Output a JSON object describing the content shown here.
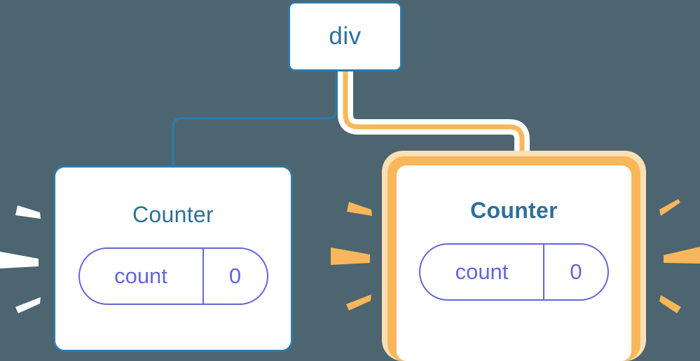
{
  "diagram": {
    "background_color": "#4c6570",
    "root": {
      "label": "div",
      "border_color": "#2e7aa8",
      "text_color": "#2e7099"
    },
    "components": [
      {
        "id": "counter-left",
        "title": "Counter",
        "state": "idle",
        "highlighted": false,
        "border_color": "#2e7aa8",
        "title_color": "#2e7099",
        "prop": {
          "name": "count",
          "value": "0",
          "color": "#6366d8"
        },
        "spark_color": "#ffffff",
        "connector_color": "#2e7aa8"
      },
      {
        "id": "counter-right",
        "title": "Counter",
        "state": "re-rendering",
        "highlighted": true,
        "border_color": "#f8b75a",
        "glow_color": "#fce0b4",
        "title_color": "#2e7099",
        "prop": {
          "name": "count",
          "value": "0",
          "color": "#6366d8"
        },
        "spark_color": "#f8b75a",
        "connector_color": "#f8b75a"
      }
    ]
  }
}
